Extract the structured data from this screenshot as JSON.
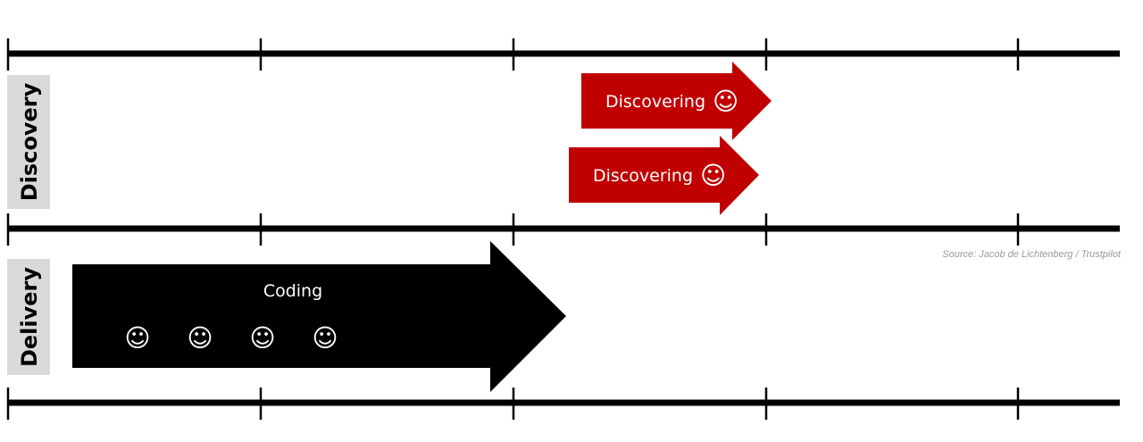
{
  "lanes": {
    "discovery": "Discovery",
    "delivery": "Delivery"
  },
  "discovery_arrows": [
    {
      "label": "Discovering",
      "icon": "smiley-icon",
      "glyph": "☺"
    },
    {
      "label": "Discovering",
      "icon": "smiley-icon",
      "glyph": "☺"
    }
  ],
  "delivery_arrow": {
    "label": "Coding",
    "smileys": [
      "☺",
      "☺",
      "☺",
      "☺"
    ]
  },
  "source": "Source: Jacob de Lichtenberg / Trustpilot",
  "colors": {
    "discovery_arrow": "#c00000",
    "delivery_arrow": "#000000",
    "lane_label_bg": "#d9d9d9"
  }
}
